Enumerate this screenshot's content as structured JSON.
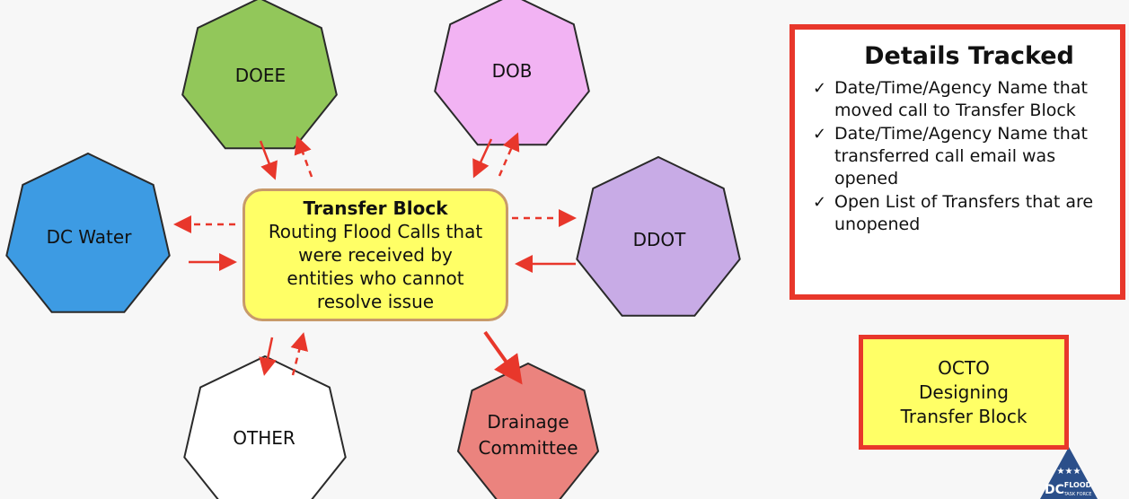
{
  "diagram": {
    "nodes": {
      "doee": {
        "label": "DOEE",
        "fill": "#92c75a"
      },
      "dob": {
        "label": "DOB",
        "fill": "#f2b3f3"
      },
      "dc_water": {
        "label": "DC Water",
        "fill": "#3d9be3"
      },
      "ddot": {
        "label": "DDOT",
        "fill": "#c8abe6"
      },
      "other": {
        "label": "OTHER",
        "fill": "#ffffff"
      },
      "drainage": {
        "label": "Drainage Committee",
        "fill": "#eb837e"
      }
    },
    "center": {
      "title": "Transfer Block",
      "body": "Routing Flood Calls that were received by entities who cannot resolve issue",
      "fill": "#ffff66"
    },
    "arrow_color": "#e8372b"
  },
  "details": {
    "title": "Details Tracked",
    "items": [
      "Date/Time/Agency Name that moved call to Transfer Block",
      "Date/Time/Agency Name that transferred call email was opened",
      "Open List of Transfers that are unopened"
    ],
    "check_icon": "✓"
  },
  "octo": {
    "text": "OCTO Designing Transfer Block"
  },
  "logo": {
    "text_dc": "DC",
    "text_flood": "FLOOD",
    "text_task_force": "TASK FORCE",
    "color": "#2b4f8a"
  }
}
